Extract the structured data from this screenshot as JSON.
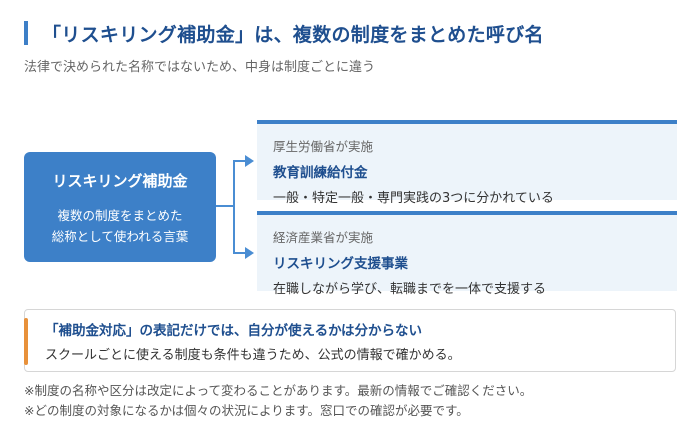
{
  "header": {
    "title": "「リスキリング補助金」は、複数の制度をまとめた呼び名",
    "subtitle": "法律で決められた名称ではないため、中身は制度ごとに違う"
  },
  "main_box": {
    "title": "リスキリング補助金",
    "desc_line1": "複数の制度をまとめた",
    "desc_line2": "総称として使われる言葉"
  },
  "cards": [
    {
      "ministry": "厚生労働省が実施",
      "name": "教育訓練給付金",
      "desc": "一般・特定一般・専門実践の3つに分かれている"
    },
    {
      "ministry": "経済産業省が実施",
      "name": "リスキリング支援事業",
      "desc": "在職しながら学び、転職までを一体で支援する"
    }
  ],
  "note": {
    "title": "「補助金対応」の表記だけでは、自分が使えるかは分からない",
    "text": "スクールごとに使える制度も条件も違うため、公式の情報で確かめる。"
  },
  "footnotes": [
    "※制度の名称や区分は改定によって変わることがあります。最新の情報でご確認ください。",
    "※どの制度の対象になるかは個々の状況によります。窓口での確認が必要です。"
  ],
  "colors": {
    "accent_blue": "#3d80c8",
    "title_blue": "#1f4f8f",
    "card_bg": "#edf4fa",
    "note_accent": "#e8913a"
  }
}
